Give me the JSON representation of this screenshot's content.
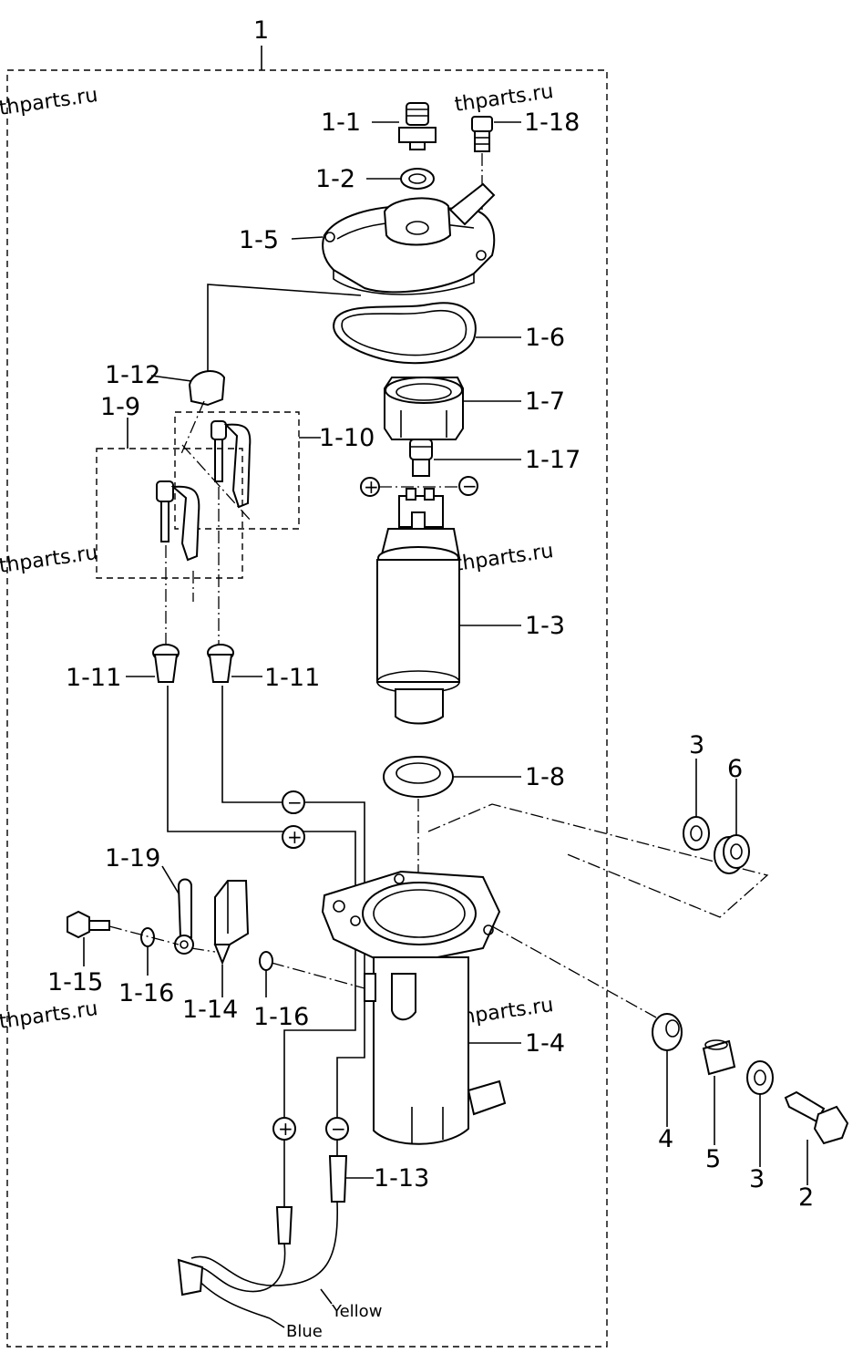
{
  "assembly_label": "1",
  "part_labels": {
    "p1_1": "1-1",
    "p1_2": "1-2",
    "p1_3": "1-3",
    "p1_4": "1-4",
    "p1_5": "1-5",
    "p1_6": "1-6",
    "p1_7": "1-7",
    "p1_8": "1-8",
    "p1_9": "1-9",
    "p1_10": "1-10",
    "p1_11a": "1-11",
    "p1_11b": "1-11",
    "p1_12": "1-12",
    "p1_13": "1-13",
    "p1_14": "1-14",
    "p1_15": "1-15",
    "p1_16a": "1-16",
    "p1_16b": "1-16",
    "p1_17": "1-17",
    "p1_18": "1-18",
    "p1_19": "1-19",
    "p2": "2",
    "p3a": "3",
    "p3b": "3",
    "p4": "4",
    "p5": "5",
    "p6": "6"
  },
  "polarity": {
    "plus": "+",
    "minus": "−"
  },
  "wire_colors": {
    "yellow": "Yellow",
    "blue": "Blue"
  },
  "watermark": "thparts.ru"
}
